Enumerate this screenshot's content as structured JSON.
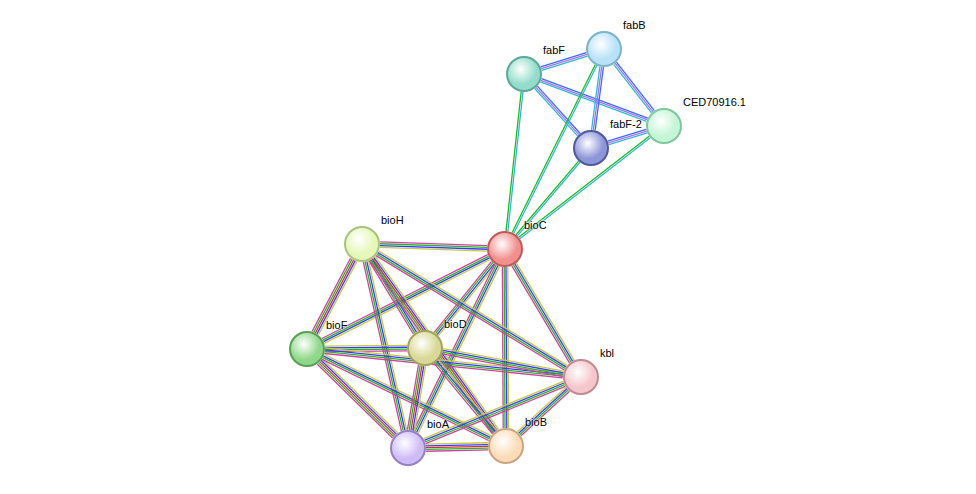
{
  "diagram": {
    "nodes": [
      {
        "text": [
          "fabF"
        ]
      },
      {
        "text": [
          "fabB"
        ]
      },
      {
        "text": [
          "CED70916.1"
        ]
      },
      {
        "text": [
          "fabF-2"
        ]
      },
      {
        "text": [
          "bioC"
        ]
      },
      {
        "text": [
          "bioH"
        ]
      },
      {
        "text": [
          "bioF"
        ]
      },
      {
        "text": [
          "bioD"
        ]
      },
      {
        "text": [
          "kbl"
        ]
      },
      {
        "text": [
          "bioA"
        ]
      },
      {
        "text": [
          "bioB"
        ]
      }
    ],
    "edges": [
      {
        "from": 0,
        "to": 1,
        "arrow": "none"
      },
      {
        "from": 0,
        "to": 3,
        "arrow": "none"
      },
      {
        "from": 0,
        "to": 2,
        "arrow": "none"
      },
      {
        "from": 1,
        "to": 3,
        "arrow": "none"
      },
      {
        "from": 1,
        "to": 2,
        "arrow": "none"
      },
      {
        "from": 3,
        "to": 2,
        "arrow": "none"
      },
      {
        "from": 4,
        "to": 0,
        "arrow": "none"
      },
      {
        "from": 4,
        "to": 1,
        "arrow": "none"
      },
      {
        "from": 4,
        "to": 3,
        "arrow": "none"
      },
      {
        "from": 4,
        "to": 2,
        "arrow": "none"
      },
      {
        "from": 4,
        "to": 5,
        "arrow": "none"
      },
      {
        "from": 4,
        "to": 6,
        "arrow": "none"
      },
      {
        "from": 4,
        "to": 7,
        "arrow": "none"
      },
      {
        "from": 4,
        "to": 9,
        "arrow": "none"
      },
      {
        "from": 4,
        "to": 10,
        "arrow": "none"
      },
      {
        "from": 4,
        "to": 8,
        "arrow": "none"
      },
      {
        "from": 5,
        "to": 6,
        "arrow": "none"
      },
      {
        "from": 5,
        "to": 7,
        "arrow": "none"
      },
      {
        "from": 5,
        "to": 9,
        "arrow": "none"
      },
      {
        "from": 5,
        "to": 10,
        "arrow": "none"
      },
      {
        "from": 5,
        "to": 8,
        "arrow": "none"
      },
      {
        "from": 6,
        "to": 7,
        "arrow": "none"
      },
      {
        "from": 6,
        "to": 9,
        "arrow": "none"
      },
      {
        "from": 6,
        "to": 10,
        "arrow": "none"
      },
      {
        "from": 6,
        "to": 8,
        "arrow": "none"
      },
      {
        "from": 7,
        "to": 9,
        "arrow": "none"
      },
      {
        "from": 7,
        "to": 10,
        "arrow": "none"
      },
      {
        "from": 7,
        "to": 8,
        "arrow": "none"
      },
      {
        "from": 9,
        "to": 10,
        "arrow": "none"
      },
      {
        "from": 9,
        "to": 8,
        "arrow": "none"
      },
      {
        "from": 10,
        "to": 8,
        "arrow": "none"
      }
    ]
  }
}
